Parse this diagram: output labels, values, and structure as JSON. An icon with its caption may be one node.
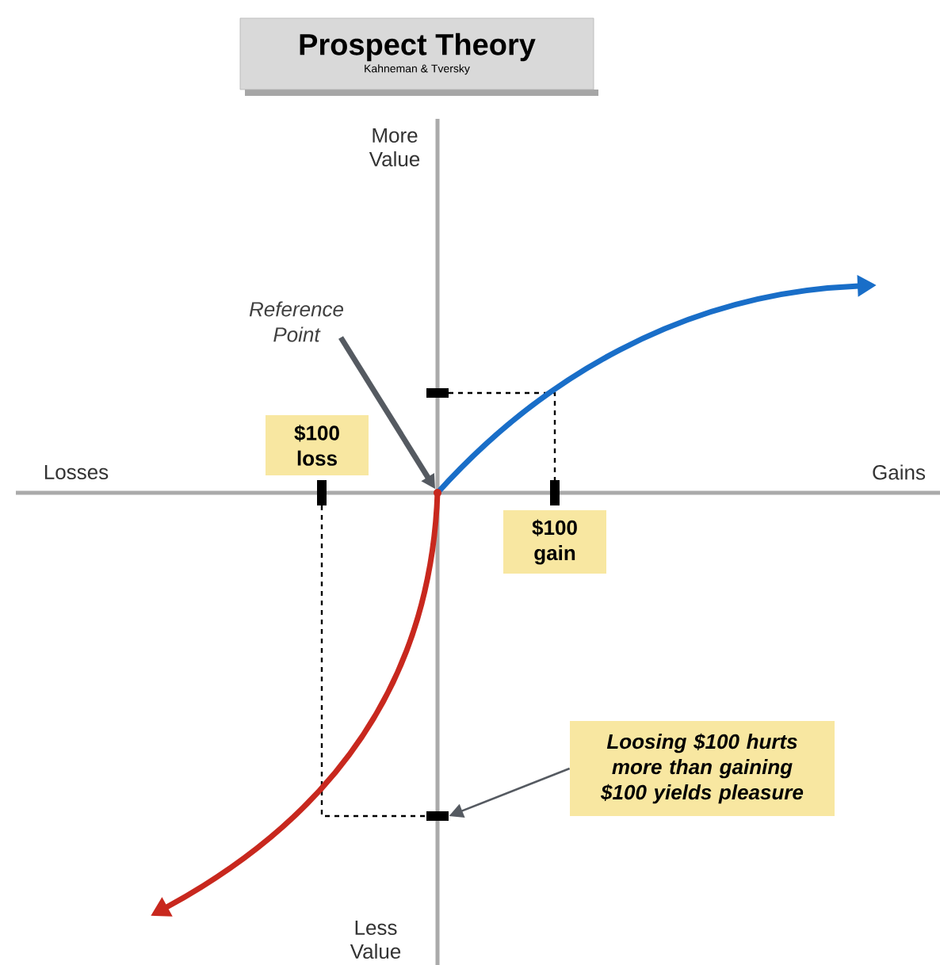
{
  "diagram": {
    "nodes": [
      {
        "text": [
          "Prospect Theory",
          "Kahneman & Tversky"
        ]
      },
      {
        "text": [
          "Reference Point"
        ]
      },
      {
        "text": [
          "$100 loss"
        ]
      },
      {
        "text": [
          "$100 gain"
        ]
      },
      {
        "text": [
          "Loosing $100 hurts more than gaining $100 yields pleasure"
        ]
      },
      {
        "text": [],
        "shape": "bar"
      },
      {
        "text": [],
        "shape": "point"
      }
    ],
    "edges": [
      {
        "from": 1,
        "to": 6,
        "arrow": "to",
        "style": "thick"
      },
      {
        "from": 4,
        "to": 5,
        "arrow": "to"
      }
    ],
    "labels": [
      "More Value",
      "Losses",
      "Gains",
      "Less Value"
    ]
  }
}
